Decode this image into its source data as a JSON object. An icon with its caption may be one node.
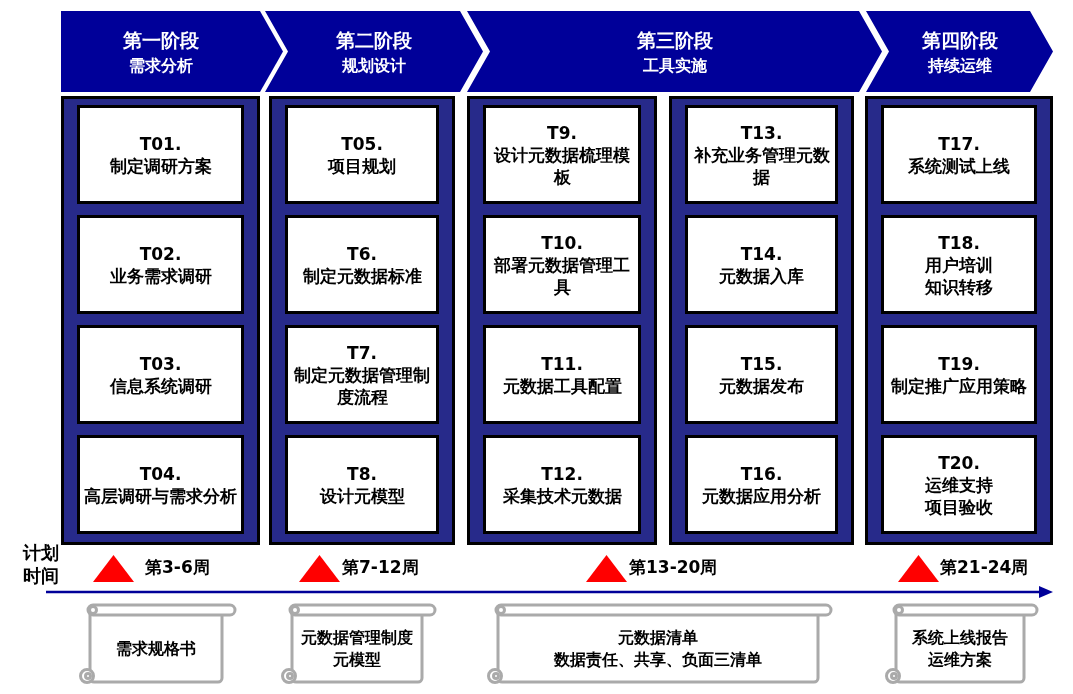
{
  "diagram": {
    "nodes": [
      {
        "text": [
          "第一阶段",
          "需求分析"
        ]
      },
      {
        "text": [
          "第二阶段",
          "规划设计"
        ]
      },
      {
        "text": [
          "第三阶段",
          "工具实施"
        ]
      },
      {
        "text": [
          "第四阶段",
          "持续运维"
        ]
      },
      {
        "text": [],
        "shape": "box"
      },
      {
        "text": [
          "T01.",
          "制定调研方案"
        ],
        "in": 4
      },
      {
        "text": [
          "T02.",
          "业务需求调研"
        ],
        "in": 4
      },
      {
        "text": [
          "T03.",
          "信息系统调研"
        ],
        "in": 4
      },
      {
        "text": [
          "T04.",
          "高层调研与需求分析"
        ],
        "in": 4
      },
      {
        "text": [],
        "shape": "box"
      },
      {
        "text": [
          "T05.",
          "项目规划"
        ],
        "in": 9
      },
      {
        "text": [
          "T6.",
          "制定元数据标准"
        ],
        "in": 9
      },
      {
        "text": [
          "T7.",
          "制定元数据管理制度流程"
        ],
        "in": 9
      },
      {
        "text": [
          "T8.",
          "设计元模型"
        ],
        "in": 9
      },
      {
        "text": [],
        "shape": "box"
      },
      {
        "text": [
          "T9.",
          "设计元数据梳理模板"
        ],
        "in": 14
      },
      {
        "text": [
          "T10.",
          "部署元数据管理工具"
        ],
        "in": 14
      },
      {
        "text": [
          "T11.",
          "元数据工具配置"
        ],
        "in": 14
      },
      {
        "text": [
          "T12.",
          "采集技术元数据"
        ],
        "in": 14
      },
      {
        "text": [],
        "shape": "box"
      },
      {
        "text": [
          "T13.",
          "补充业务管理元数据"
        ],
        "in": 19
      },
      {
        "text": [
          "T14.",
          "元数据入库"
        ],
        "in": 19
      },
      {
        "text": [
          "T15.",
          "元数据发布"
        ],
        "in": 19
      },
      {
        "text": [
          "T16.",
          "元数据应用分析"
        ],
        "in": 19
      },
      {
        "text": [],
        "shape": "box"
      },
      {
        "text": [
          "T17.",
          "系统测试上线"
        ],
        "in": 24
      },
      {
        "text": [
          "T18.",
          "用户培训",
          "知识转移"
        ],
        "in": 24
      },
      {
        "text": [
          "T19.",
          "制定推广应用策略"
        ],
        "in": 24
      },
      {
        "text": [
          "T20.",
          "运维支持",
          "项目验收"
        ],
        "in": 24
      },
      {
        "text": [],
        "shape": "triangle",
        "beside": [
          "第3-6周"
        ]
      },
      {
        "text": [],
        "shape": "triangle",
        "beside": [
          "第7-12周"
        ]
      },
      {
        "text": [],
        "shape": "triangle",
        "beside": [
          "第13-20周"
        ]
      },
      {
        "text": [],
        "shape": "triangle",
        "beside": [
          "第21-24周"
        ]
      },
      {
        "text": [
          "需求规格书"
        ]
      },
      {
        "text": [
          "元数据管理制度",
          "元模型"
        ]
      },
      {
        "text": [
          "元数据清单",
          "数据责任、共享、负面三清单"
        ]
      },
      {
        "text": [
          "系统上线报告",
          "运维方案"
        ]
      }
    ],
    "labels": [
      "计划时间"
    ]
  }
}
